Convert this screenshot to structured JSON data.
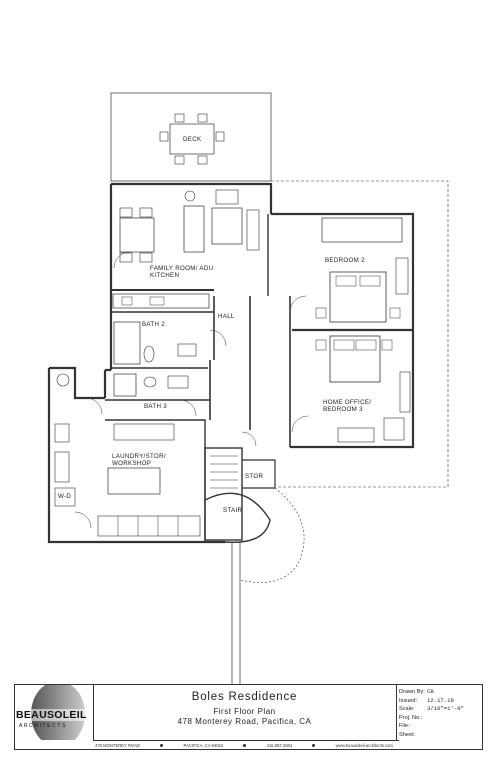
{
  "rooms": {
    "deck": "DECK",
    "family": "FAMILY ROOM/ ADU",
    "kitchen": "KITCHEN",
    "bedroom2": "BEDROOM 2",
    "hall": "HALL",
    "bath2": "BATH 2",
    "bath3": "BATH 3",
    "home_office": "HOME OFFICE/",
    "bedroom3": "BEDROOM 3",
    "laundry": "LAUNDRY/STOR/",
    "workshop": "WORKSHOP",
    "stor": "STOR",
    "stair": "STAIR",
    "wd": "W-D"
  },
  "title_block": {
    "logo_name": "BEAUSOLEIL",
    "logo_sub": "ARCHITECTS",
    "project": "Boles Resdidence",
    "sheet_title": "First Floor Plan",
    "address": "478 Monterey Road, Pacifica, CA",
    "drawn_by_label": "Drawn By:",
    "drawn_by": "CB",
    "issued_label": "Issued:",
    "issued": "12.17.19",
    "scale_label": "Scale:",
    "scale": "3/16\"=1'-0\"",
    "proj_label": "Proj. No.:",
    "file_label": "File:",
    "sheet_label": "Sheet:",
    "footer_address": "478 MONTEREY ROAD",
    "footer_city": "PACIFICA, CA 94044",
    "footer_phone": "415.587.2004",
    "footer_web": "www.beausoleil-architects.com"
  }
}
